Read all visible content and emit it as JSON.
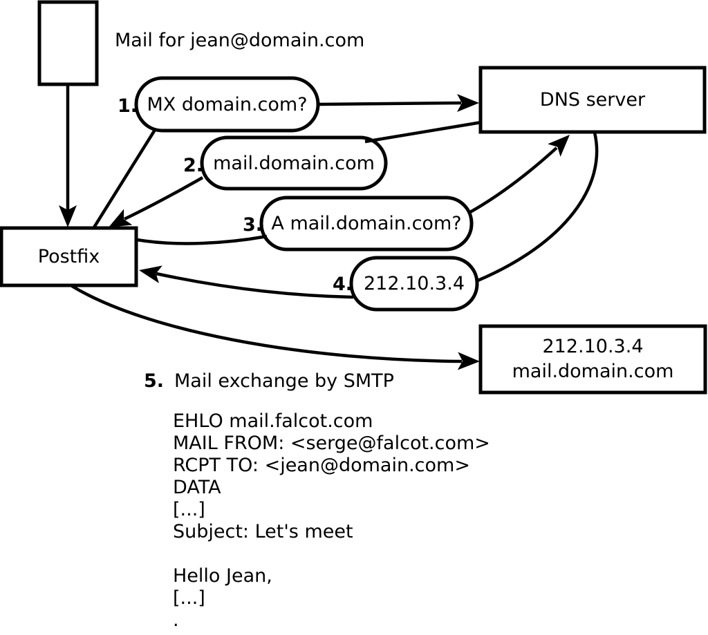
{
  "diagram": {
    "headline": "Mail for jean@domain.com",
    "nodes": {
      "postfix": {
        "label": "Postfix"
      },
      "dns": {
        "label": "DNS server"
      },
      "mailhost": {
        "ip": "212.10.3.4",
        "hostname": "mail.domain.com"
      }
    },
    "steps": [
      {
        "number": "1.",
        "label": "MX domain.com?"
      },
      {
        "number": "2.",
        "label": "mail.domain.com"
      },
      {
        "number": "3.",
        "label": "A mail.domain.com?"
      },
      {
        "number": "4.",
        "label": "212.10.3.4"
      },
      {
        "number": "5.",
        "label": "Mail exchange by SMTP"
      }
    ],
    "smtp_session": {
      "lines": [
        "EHLO mail.falcot.com",
        "MAIL FROM: <serge@falcot.com>",
        "RCPT TO: <jean@domain.com>",
        "DATA",
        "[...]",
        "Subject: Let's meet",
        "",
        "Hello Jean,",
        "[...]",
        "."
      ]
    }
  },
  "colors": {
    "stroke": "#000000",
    "background": "#ffffff"
  }
}
